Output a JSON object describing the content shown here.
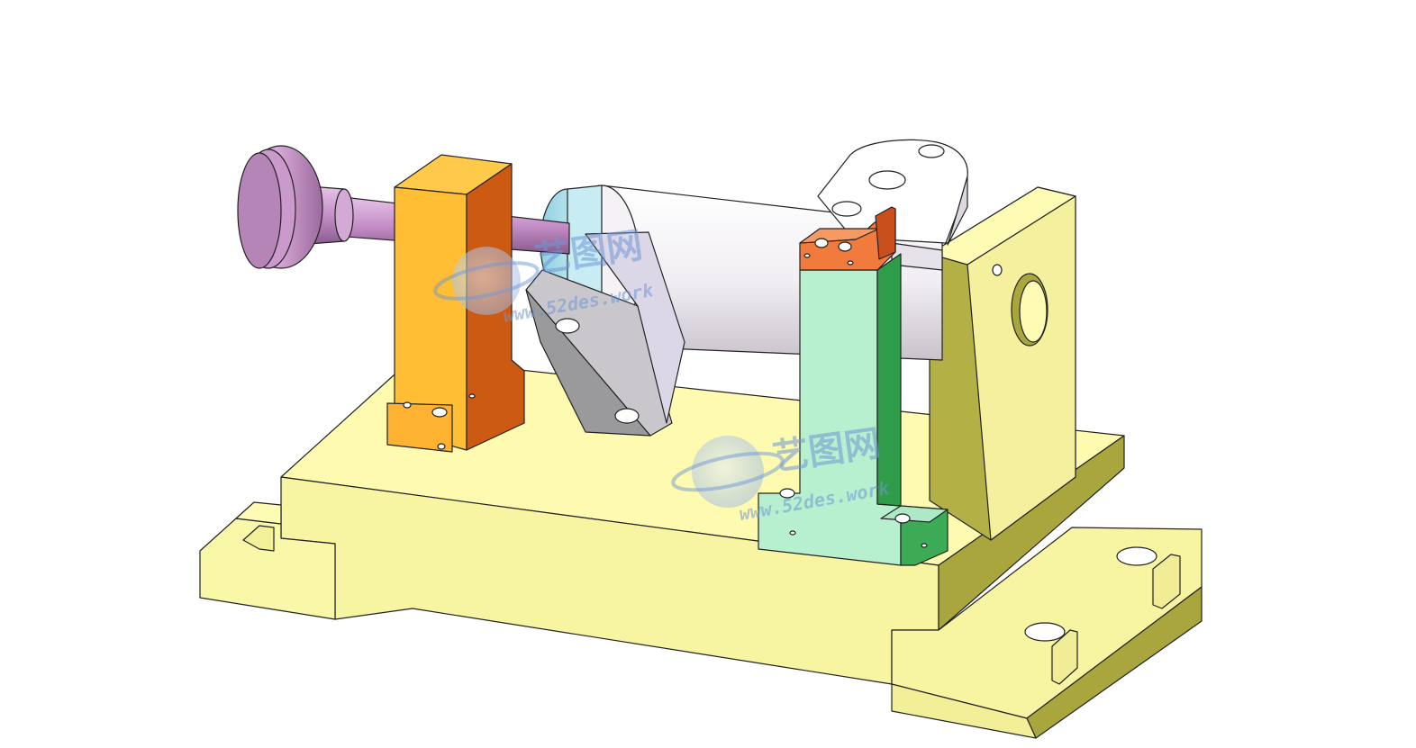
{
  "watermarks": [
    {
      "name": "艺图网",
      "url": "www.52des.work"
    },
    {
      "name": "艺图网",
      "url": "www.52des.work"
    }
  ]
}
